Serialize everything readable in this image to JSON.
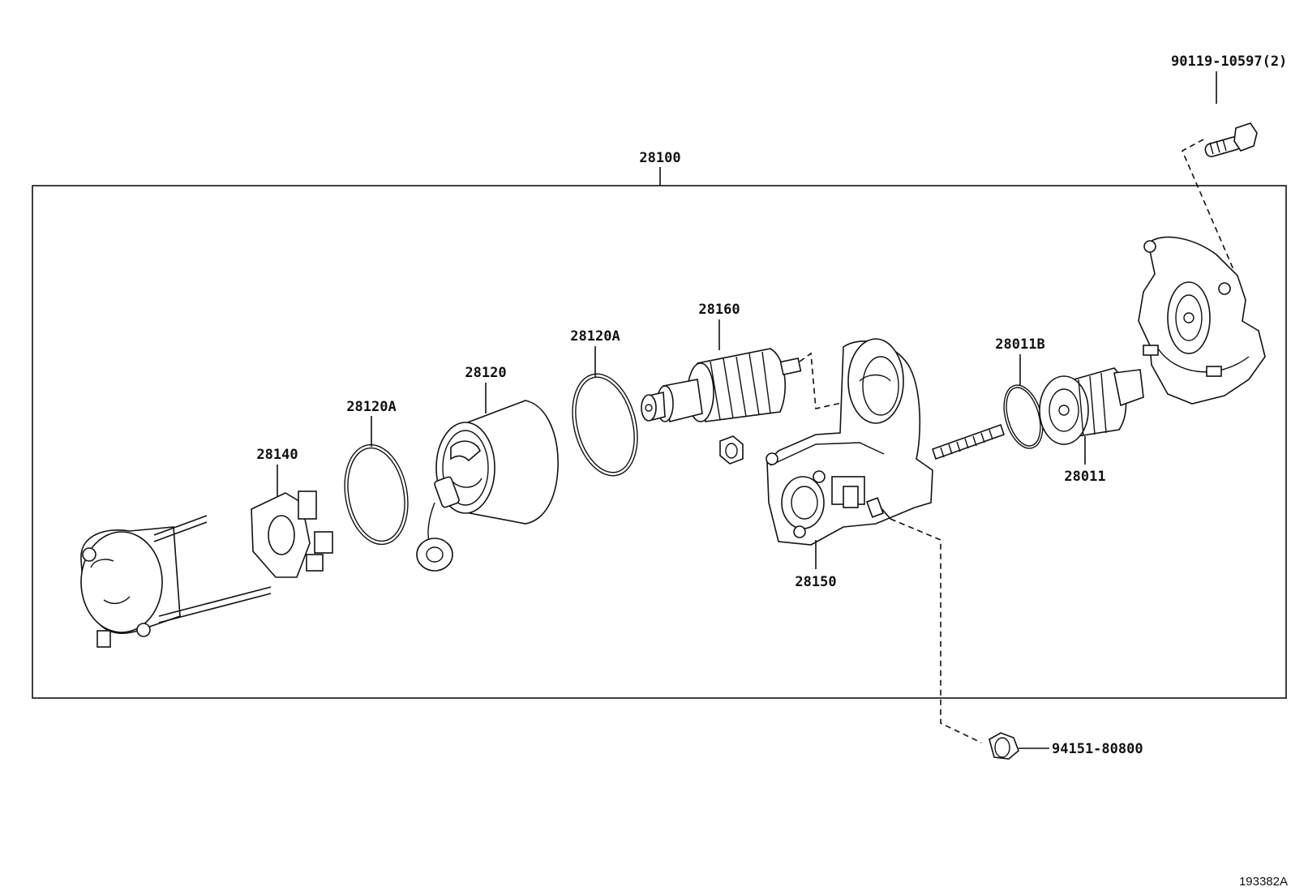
{
  "assembly": {
    "label": "28100"
  },
  "labels": {
    "bolt": "90119-10597(2)",
    "nut": "94151-80800",
    "end_frame": "28140",
    "ring_left": "28120A",
    "yoke": "28120",
    "ring_right": "28120A",
    "armature": "28160",
    "magnet_switch": "28150",
    "ring_drive": "28011B",
    "clutch": "28011"
  },
  "figure_number": "193382A",
  "colors": {
    "line": "#111111",
    "background": "#ffffff"
  }
}
